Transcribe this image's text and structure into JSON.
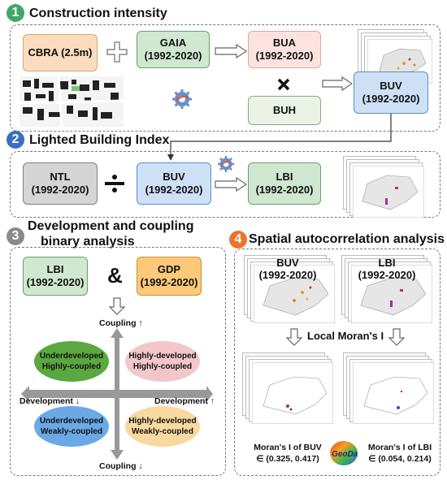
{
  "section1": {
    "number": "1",
    "title": "Construction intensity",
    "color": "#3fa869",
    "cbra": "CBRA (2.5m)",
    "gaia_name": "GAIA",
    "gaia_years": "(1992-2020)",
    "bua_name": "BUA",
    "bua_years": "(1992-2020)",
    "buh": "BUH",
    "buv_name": "BUV",
    "buv_years": "(1992-2020)"
  },
  "section2": {
    "number": "2",
    "title": "Lighted Building Index",
    "color": "#3a6fc1",
    "ntl_name": "NTL",
    "ntl_years": "(1992-2020)",
    "buv_name": "BUV",
    "buv_years": "(1992-2020)",
    "lbi_name": "LBI",
    "lbi_years": "(1992-2020)"
  },
  "section3": {
    "number": "3",
    "title_line1": "Development and coupling",
    "title_line2": "binary analysis",
    "color": "#8a8a8a",
    "lbi_name": "LBI",
    "lbi_years": "(1992-2020)",
    "amp": "&",
    "gdp_name": "GDP",
    "gdp_years": "(1992-2020)",
    "coupling_up": "Coupling ↑",
    "coupling_down": "Coupling ↓",
    "dev_down": "Development ↓",
    "dev_up": "Development ↑",
    "q_tl": [
      "Underdeveloped",
      "Highly-coupled"
    ],
    "q_tr": [
      "Highly-developed",
      "Highly-coupled"
    ],
    "q_bl": [
      "Underdeveloped",
      "Weakly-coupled"
    ],
    "q_br": [
      "Highly-developed",
      "Weakly-coupled"
    ],
    "q_colors": {
      "tl": "#5aa83f",
      "tr": "#f3c7c9",
      "bl": "#6aa9e6",
      "br": "#fad9a0"
    }
  },
  "section4": {
    "number": "4",
    "title": "Spatial autocorrelation analysis",
    "color": "#e8762d",
    "buv_name": "BUV",
    "buv_years": "(1992-2020)",
    "lbi_name": "LBI",
    "lbi_years": "(1992-2020)",
    "local_moran": "Local Moran's I",
    "moran_buv": "Moran's I of BUV",
    "moran_buv_range": "∈ (0.325, 0.417)",
    "moran_lbi": "Moran's I of LBI",
    "moran_lbi_range": "∈ (0.054, 0.214)",
    "geoda_logo": "GeoDa"
  },
  "icons": {
    "plus": "plus-icon",
    "times": "multiply-icon",
    "divide": "divide-icon",
    "gear": "gear-icon"
  }
}
